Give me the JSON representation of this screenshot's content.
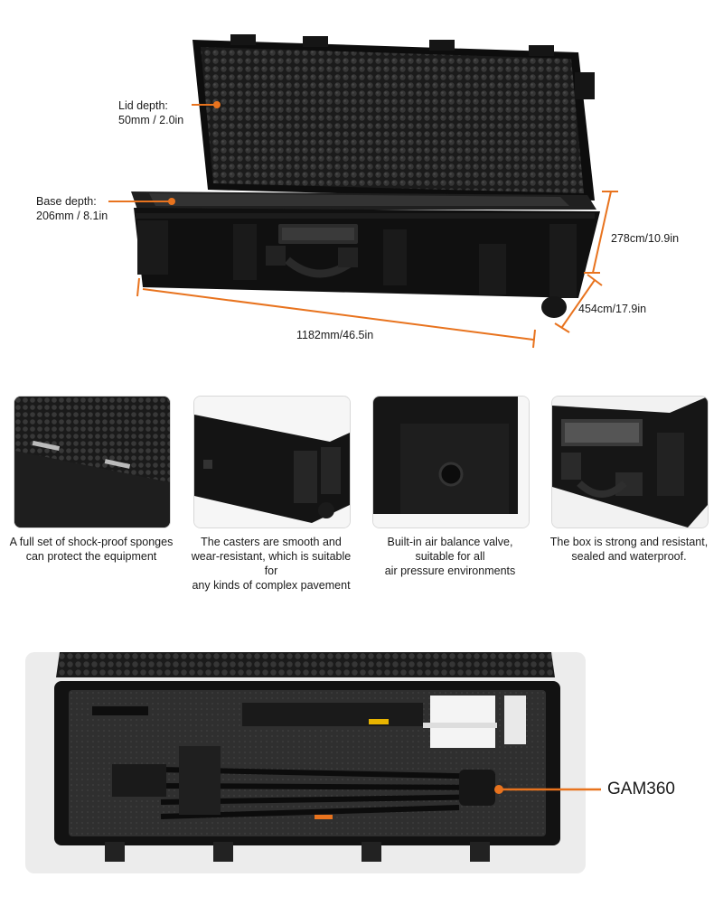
{
  "colors": {
    "accent": "#e8731e",
    "case": "#111111",
    "foam": "#2a2a2a"
  },
  "hero": {
    "lid_label": "Lid depth:",
    "lid_value": "50mm / 2.0in",
    "base_label": "Base depth:",
    "base_value": "206mm / 8.1in",
    "height_value": "278cm/10.9in",
    "depth_value": "454cm/17.9in",
    "length_value": "1182mm/46.5in"
  },
  "features": [
    {
      "lines": [
        "A full set of shock-proof sponges",
        "can protect the equipment"
      ],
      "image": "foam-interior-photo"
    },
    {
      "lines": [
        "The casters are smooth and",
        "wear-resistant, which is suitable for",
        "any kinds of complex pavement"
      ],
      "image": "case-corner-casters-photo"
    },
    {
      "lines": [
        "Built-in air balance valve,",
        "suitable for all",
        "air pressure environments"
      ],
      "image": "air-valve-photo"
    },
    {
      "lines": [
        "The box is strong and resistant,",
        "sealed and waterproof."
      ],
      "image": "latches-handle-photo"
    }
  ],
  "contents": {
    "callout": "GAM360"
  }
}
